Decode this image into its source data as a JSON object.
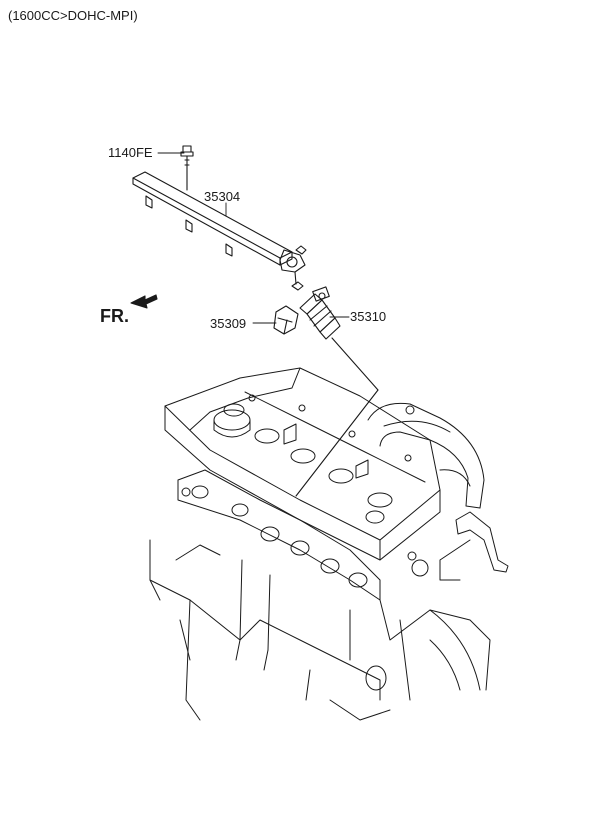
{
  "header": {
    "spec": "(1600CC>DOHC-MPI)"
  },
  "direction": {
    "label": "FR."
  },
  "parts": {
    "bolt": "1140FE",
    "fuel_rail": "35304",
    "injector": "35310",
    "insulator": "35309"
  }
}
